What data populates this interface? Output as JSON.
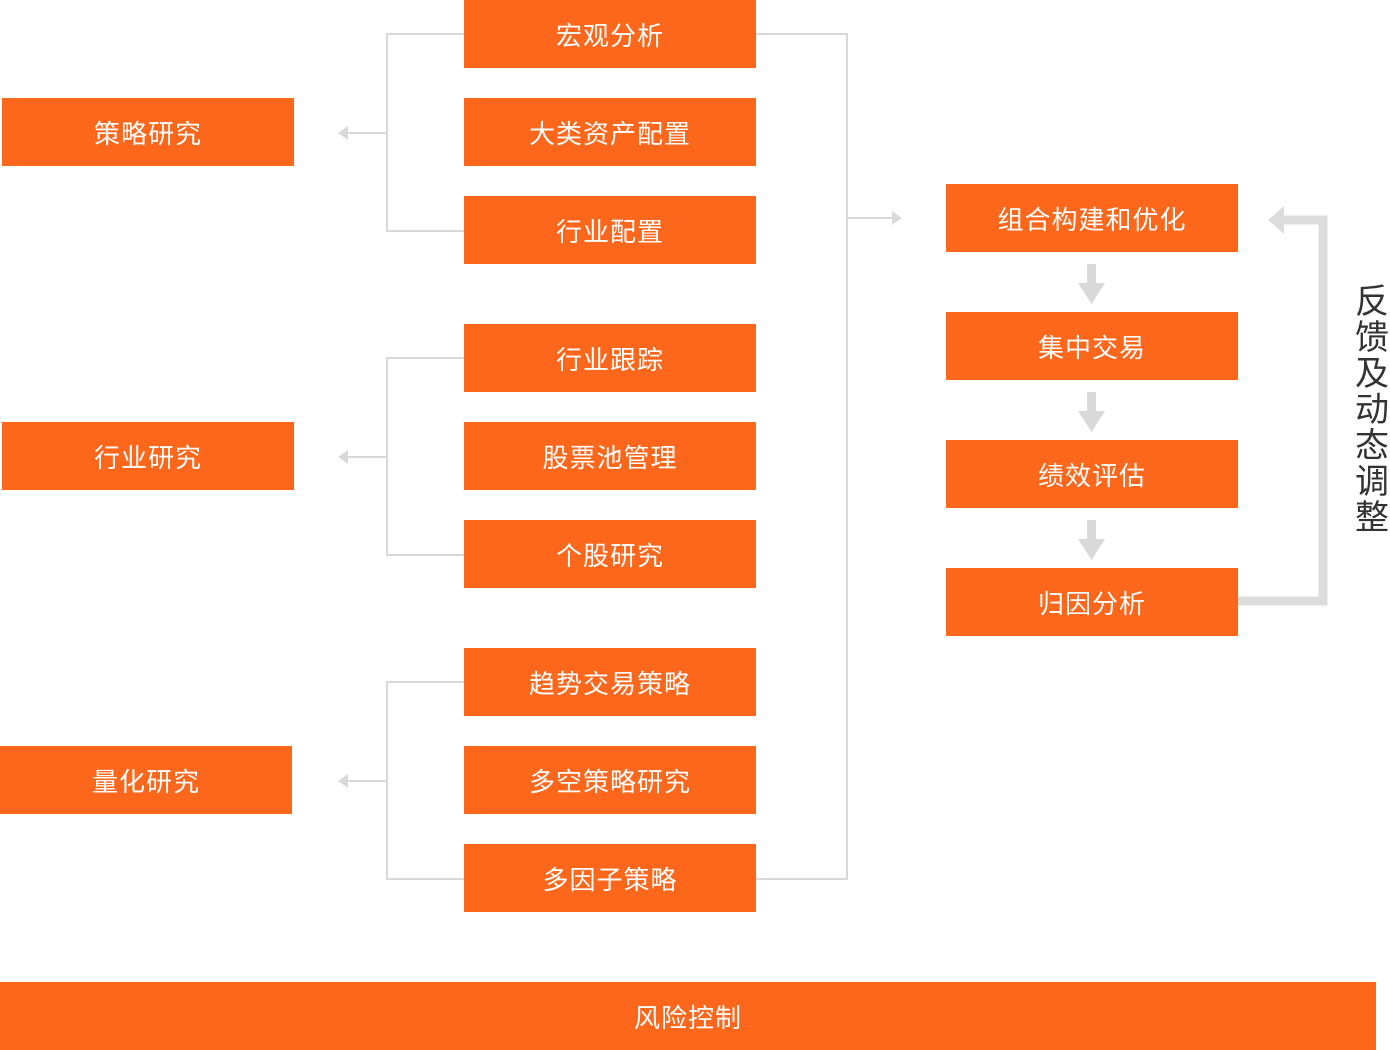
{
  "research": [
    {
      "label": "策略研究",
      "items": [
        "宏观分析",
        "大类资产配置",
        "行业配置"
      ]
    },
    {
      "label": "行业研究",
      "items": [
        "行业跟踪",
        "股票池管理",
        "个股研究"
      ]
    },
    {
      "label": "量化研究",
      "items": [
        "趋势交易策略",
        "多空策略研究",
        "多因子策略"
      ]
    }
  ],
  "process": [
    "组合构建和优化",
    "集中交易",
    "绩效评估",
    "归因分析"
  ],
  "feedback_label": "反馈及动态调整",
  "bottom_label": "风险控制",
  "colors": {
    "box": "#fd671b",
    "line": "#d9d9d9",
    "text": "#333333"
  }
}
